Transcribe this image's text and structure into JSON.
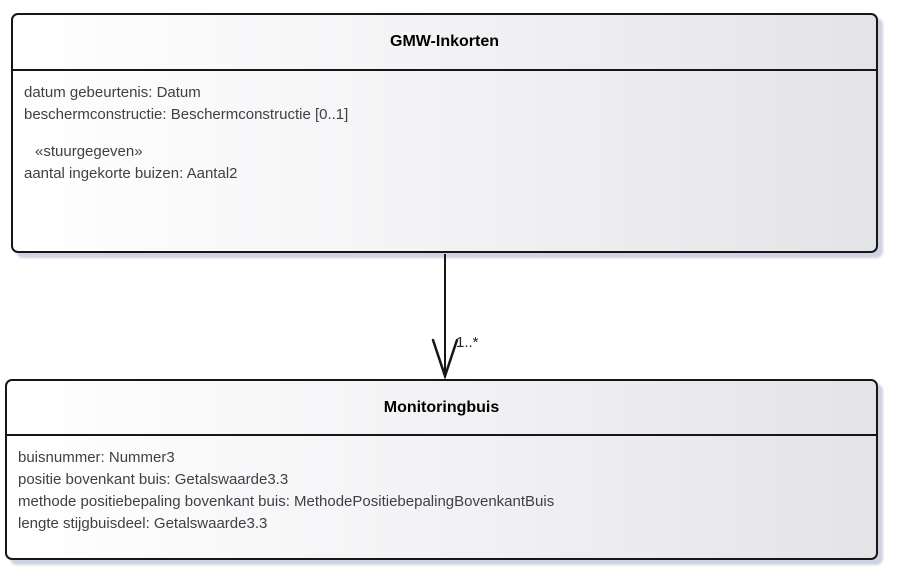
{
  "diagram": {
    "classes": [
      {
        "name": "GMW-Inkorten",
        "attributes": [
          "datum gebeurtenis: Datum",
          "beschermconstructie: Beschermconstructie [0..1]"
        ],
        "stereotype": "«stuurgegeven»",
        "stereotyped_attributes": [
          "aantal ingekorte buizen: Aantal2"
        ]
      },
      {
        "name": "Monitoringbuis",
        "attributes": [
          "buisnummer: Nummer3",
          "positie bovenkant buis: Getalswaarde3.3",
          "methode positiebepaling bovenkant buis: MethodePositiebepalingBovenkantBuis",
          "lengte stijgbuisdeel: Getalswaarde3.3"
        ]
      }
    ],
    "connector": {
      "type": "directed association",
      "multiplicity": "1..*"
    },
    "colors": {
      "border": "#161616",
      "fill_start": "#ffffff",
      "fill_end": "#e4e4e8",
      "shadow": "#becon",
      "attribute_text": "#3f3f46",
      "title_text": "#000000"
    }
  }
}
